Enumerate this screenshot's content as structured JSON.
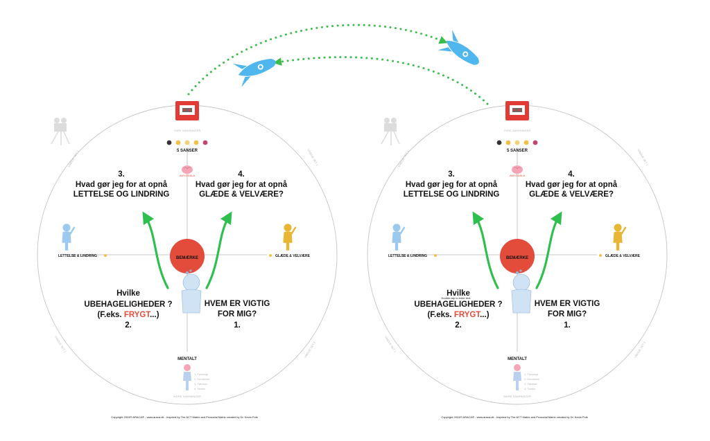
{
  "colors": {
    "accent_red": "#e34b3b",
    "arrow_green": "#2fbf4f",
    "rocket_blue": "#4fb6ee",
    "figure_blue": "#9cc9ee",
    "figure_gold": "#e8b534",
    "alarm_red": "#e23a35",
    "brain_pink": "#f4a6b6"
  },
  "icons": [
    "rocket-icon",
    "fire-alarm-icon",
    "eyes-icon",
    "ear-icon",
    "hand-icon",
    "nose-icon",
    "mouth-icon",
    "brain-icon",
    "camera-icon",
    "runner-icon",
    "thinking-person-icon",
    "human-body-icon"
  ],
  "matrices": [
    {
      "top_caption": "YDRE SANSNINGER",
      "senses_label": "5 SANSER",
      "brain_caption": "AMYGDALA",
      "center_label": "BEMÆRKE",
      "q3_number": "3.",
      "q3_line1": "Hvad gør jeg for at opnå",
      "q3_line2": "LETTELSE OG LINDRING",
      "q4_number": "4.",
      "q4_line1": "Hvad gør jeg for at opnå",
      "q4_line2": "GLÆDE & VELVÆRE?",
      "left_label": "LETTELSE & LINDRING",
      "right_label": "GLÆDE & VELVÆRE",
      "q2_line1": "Hvilke",
      "q2_line2": "UBEHAGELIGHEDER ?",
      "q2_prefix": "(F.eks. ",
      "q2_red": "FRYGT",
      "q2_suffix": "...)",
      "q2_number": "2.",
      "q1_line1": "HVEM ER VIGTIG",
      "q1_line2": "FOR MIG?",
      "q1_number": "1.",
      "bottom_label": "MENTALT",
      "list": [
        "1.  Fysiologi",
        "2.  Emotioner",
        "3.  Følelser",
        "4.  Tanker"
      ],
      "bottom_caption": "INDRE SANSNINGER",
      "rim_tl": "VINDUE SET 1",
      "rim_tr": "VINDUE SET 1",
      "rim_bl": "VINDUE SET 1",
      "rim_br": "VINDUE SET 1",
      "hint": "",
      "copyright": "Copyright 2024® ARACA® - www.araca.dk - Inspired by The ACT Matrix and Prosocial Matrix created by Dr. Kevin Polk"
    },
    {
      "top_caption": "YDRE SANSNINGER",
      "senses_label": "5 SANSER",
      "brain_caption": "AMYGDALA",
      "center_label": "BEMÆRKE",
      "q3_number": "3.",
      "q3_line1": "Hvad gør jeg for at opnå",
      "q3_line2": "LETTELSE OG LINDRING",
      "q4_number": "4.",
      "q4_line1": "Hvad gør jeg for at opnå",
      "q4_line2": "GLÆDE & VELVÆRE?",
      "left_label": "LETTELSE & LINDRING",
      "right_label": "GLÆDE & VELVÆRE",
      "q2_line1": "Hvilke",
      "q2_line2": "UBEHAGELIGHEDER ?",
      "q2_prefix": "(F.eks. ",
      "q2_red": "FRYGT",
      "q2_suffix": "...)",
      "q2_number": "2.",
      "q1_line1": "HVEM ER VIGTIG",
      "q1_line2": "FOR MIG?",
      "q1_number": "1.",
      "bottom_label": "MENTALT",
      "list": [
        "1.  Fysiologi",
        "2.  Emotioner",
        "3.  Følelser",
        "4.  Tanker"
      ],
      "bottom_caption": "INDRE SANSNINGER",
      "rim_tl": "VINDUE SET 1",
      "rim_tr": "VINDUE SET 1",
      "rim_bl": "VINDUE SET 1",
      "rim_br": "VINDUE SET 1",
      "hint": "Double-tap to enter text.",
      "copyright": "Copyright 2024® ARACA® - www.araca.dk - Inspired by The ACT Matrix and Prosocial Matrix created by Dr. Kevin Polk"
    }
  ]
}
